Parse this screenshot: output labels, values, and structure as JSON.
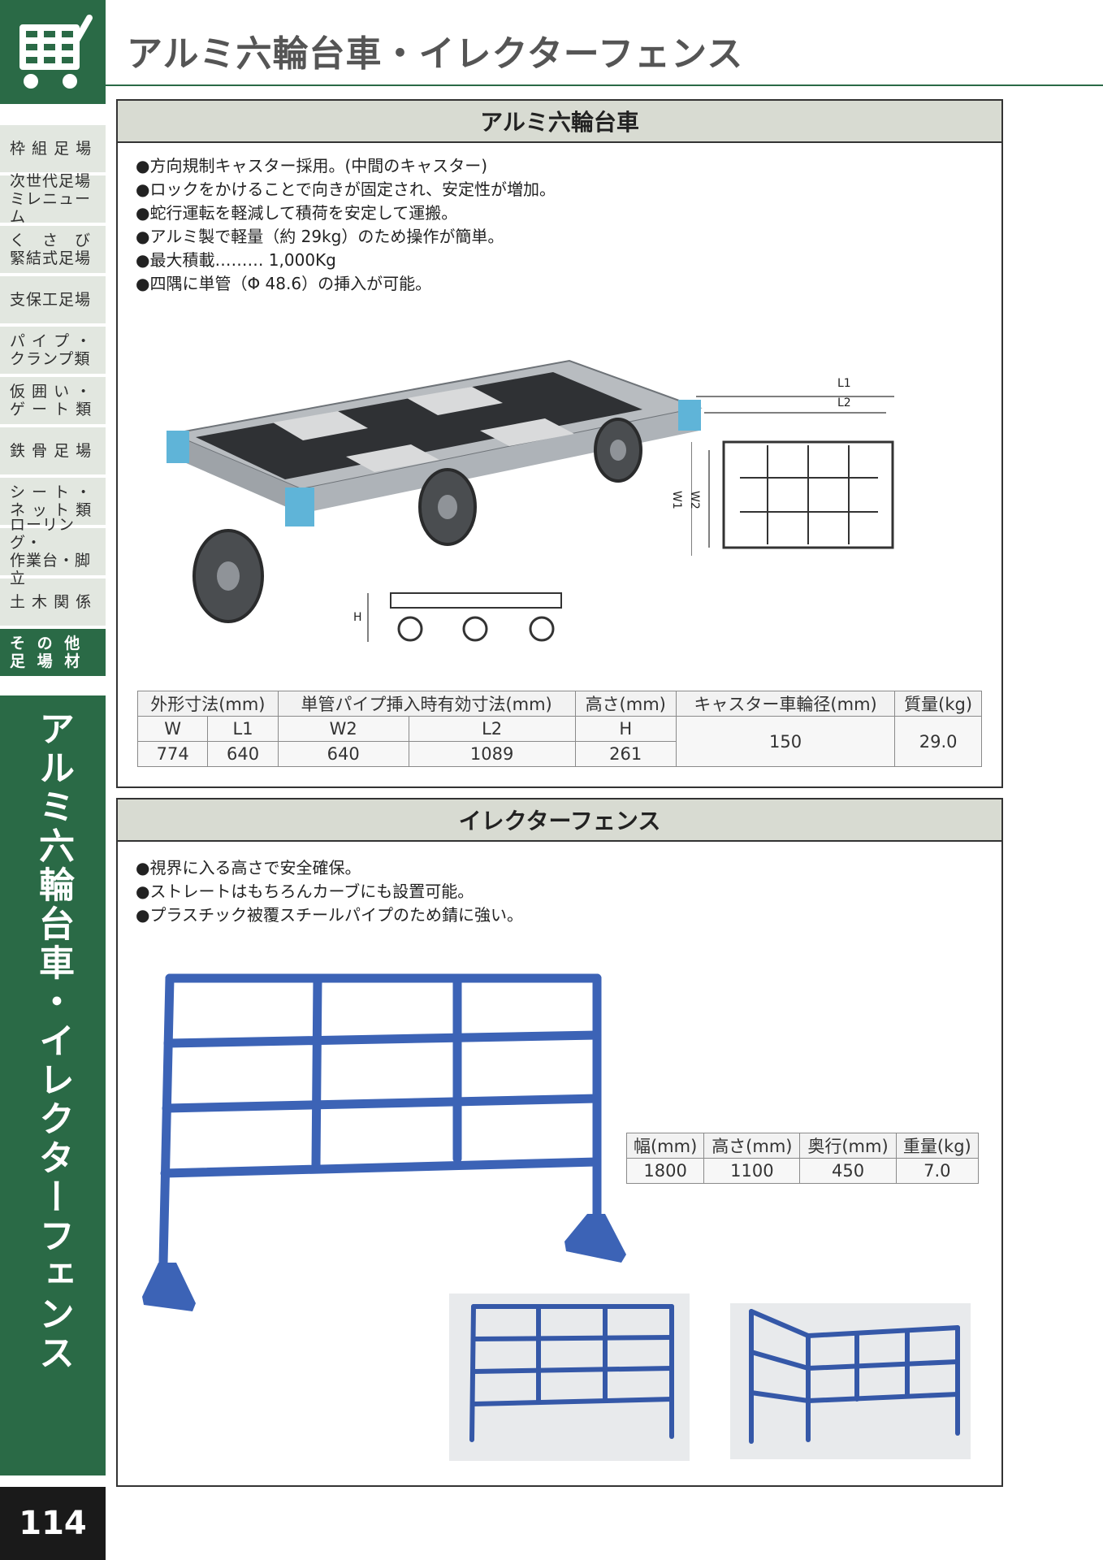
{
  "header": {
    "title": "アルミ六輪台車・イレクターフェンス"
  },
  "sidebar": {
    "items": [
      {
        "label": "枠 組 足 場"
      },
      {
        "label": "次世代足場\nミレニューム"
      },
      {
        "label": "く　さ　び\n緊結式足場"
      },
      {
        "label": "支保工足場"
      },
      {
        "label": "パ イ プ ・\nクランプ類"
      },
      {
        "label": "仮 囲 い ・\nゲ ー ト 類"
      },
      {
        "label": "鉄 骨 足 場"
      },
      {
        "label": "シ ー ト ・\nネ ッ ト 類"
      },
      {
        "label": "ローリング・\n作業台・脚立"
      },
      {
        "label": "土 木 関 係"
      },
      {
        "label": "そ の 他\n足 場 材"
      }
    ],
    "vertical_title": "アルミ六輪台車・イレクターフェンス",
    "page_number": "114"
  },
  "cart": {
    "heading": "アルミ六輪台車",
    "features": [
      "方向規制キャスター採用。(中間のキャスター)",
      "ロックをかけることで向きが固定され、安定性が増加。",
      "蛇行運転を軽減して積荷を安定して運搬。",
      "アルミ製で軽量（約 29kg）のため操作が簡単。",
      "最大積載……… 1,000Kg",
      "四隅に単管（Φ 48.6）の挿入が可能。"
    ],
    "dim_labels": {
      "l1": "L1",
      "l2": "L2",
      "w1": "W1",
      "w2": "W2",
      "h": "H"
    },
    "table": {
      "headers": [
        "外形寸法(mm)",
        "単管パイプ挿入時有効寸法(mm)",
        "高さ(mm)",
        "キャスター車輪径(mm)",
        "質量(kg)"
      ],
      "subheaders": [
        "W",
        "L1",
        "W2",
        "L2",
        "H"
      ],
      "values": [
        "774",
        "640",
        "640",
        "1089",
        "261"
      ],
      "caster": "150",
      "mass": "29.0"
    }
  },
  "fence": {
    "heading": "イレクターフェンス",
    "features": [
      "視界に入る高さで安全確保。",
      "ストレートはもちろんカーブにも設置可能。",
      "プラスチック被覆スチールパイプのため錆に強い。"
    ],
    "table": {
      "headers": [
        "幅(mm)",
        "高さ(mm)",
        "奥行(mm)",
        "重量(kg)"
      ],
      "values": [
        "1800",
        "1100",
        "450",
        "7.0"
      ]
    }
  }
}
